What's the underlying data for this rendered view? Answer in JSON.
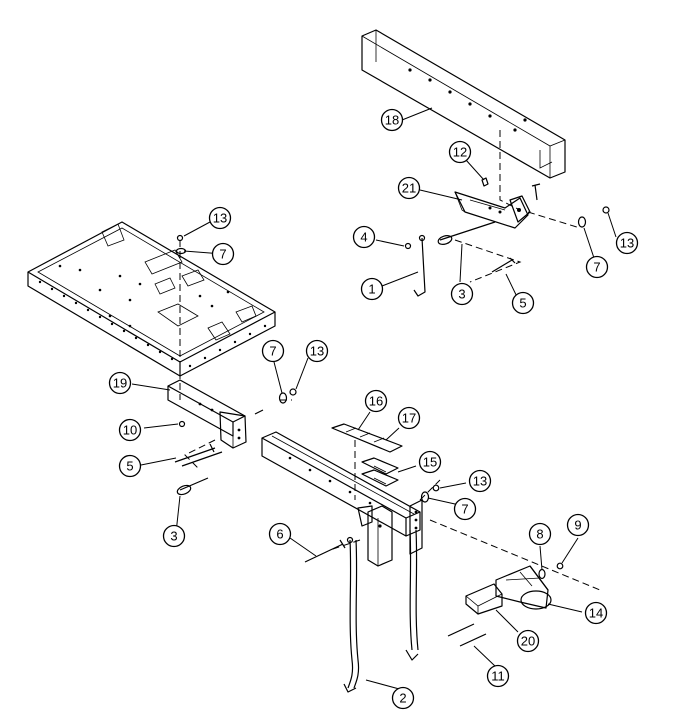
{
  "callouts": [
    {
      "label": "1"
    },
    {
      "label": "2"
    },
    {
      "label": "3"
    },
    {
      "label": "3"
    },
    {
      "label": "4"
    },
    {
      "label": "5"
    },
    {
      "label": "5"
    },
    {
      "label": "6"
    },
    {
      "label": "7"
    },
    {
      "label": "7"
    },
    {
      "label": "7"
    },
    {
      "label": "7"
    },
    {
      "label": "8"
    },
    {
      "label": "9"
    },
    {
      "label": "10"
    },
    {
      "label": "11"
    },
    {
      "label": "12"
    },
    {
      "label": "13"
    },
    {
      "label": "13"
    },
    {
      "label": "13"
    },
    {
      "label": "13"
    },
    {
      "label": "14"
    },
    {
      "label": "15"
    },
    {
      "label": "16"
    },
    {
      "label": "17"
    },
    {
      "label": "18"
    },
    {
      "label": "19"
    },
    {
      "label": "20"
    },
    {
      "label": "21"
    }
  ]
}
